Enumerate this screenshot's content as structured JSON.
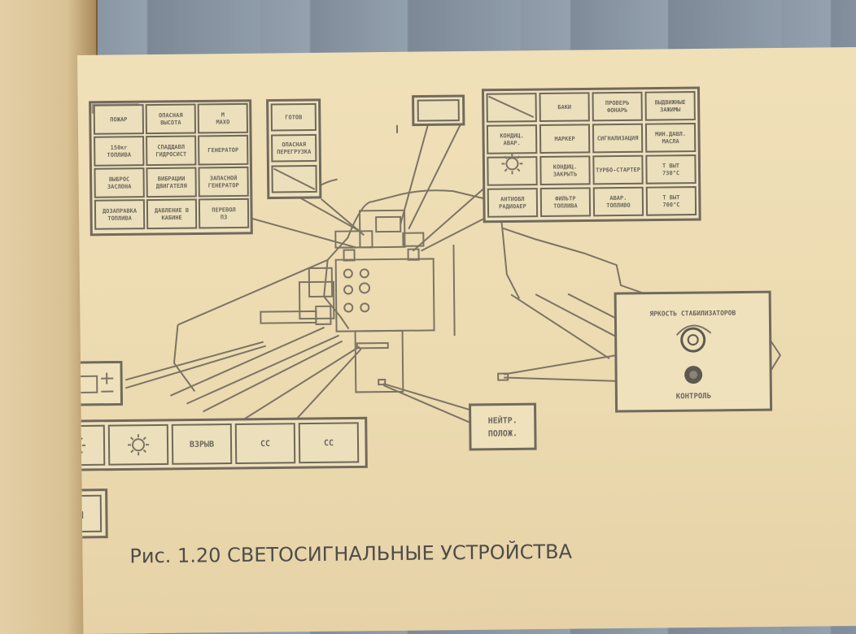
{
  "figure": {
    "caption": "Рис. 1.20 СВЕТОСИГНАЛЬНЫЕ УСТРОЙСТВА"
  },
  "left_panel": {
    "cells": [
      "ПОЖАР",
      "ОПАСНАЯ ВЫСОТА",
      "М МАХО",
      "150кг ТОПЛИВА",
      "СПАДДАВЛ ГИДРОСИСТ",
      "ГЕНЕРАТОР",
      "ВЫБРОС ЗАСЛОНА",
      "ВИБРАЦИИ ДВИГАТЕЛЯ",
      "ЗАПАСНОЙ ГЕНЕРАТОР",
      "ДОЗАПРАВКА ТОПЛИВА",
      "ДАВЛЕНИЕ В КАБИНЕ",
      "ПЕРЕВОЛ ПЗ"
    ]
  },
  "mid_panel": {
    "cells": [
      "ГОТОВ",
      "ОПАСНАЯ ПЕРЕГРУЗКА",
      ""
    ]
  },
  "right_panel": {
    "cells": [
      "",
      "БАКИ",
      "ПРОВЕРЬ ФОНАРЬ",
      "ВЫДВИЖНЫЕ ЗАЖИМЫ",
      "КОНДИЦ. АВАР.",
      "МАРКЕР",
      "СИГНАЛИЗАЦИЯ",
      "МИН.ДАВЛ. МАСЛА",
      "",
      "КОНДИЦ. ЗАКРЫТЬ",
      "ТУРБО-СТАРТЕР",
      "Т ВЫТ 730°С",
      "АНТИОБЛ РАДИОАЕР",
      "ФИЛЬТР ТОПЛИВА",
      "АВАР. ТОПЛИВО",
      "Т ВЫТ 700°С"
    ]
  },
  "bottom_panel": {
    "cells": [
      "",
      "",
      "ВЗРЫВ",
      "СС",
      "СС"
    ]
  },
  "lus": {
    "label": "ЛУС-П"
  },
  "neutral": {
    "label": "НЕЙТР. ПОЛОЖ."
  },
  "brightness_panel": {
    "title": "ЯРКОСТЬ СТАБИЛИЗАТОРОВ",
    "control_label": "КОНТРОЛЬ"
  }
}
